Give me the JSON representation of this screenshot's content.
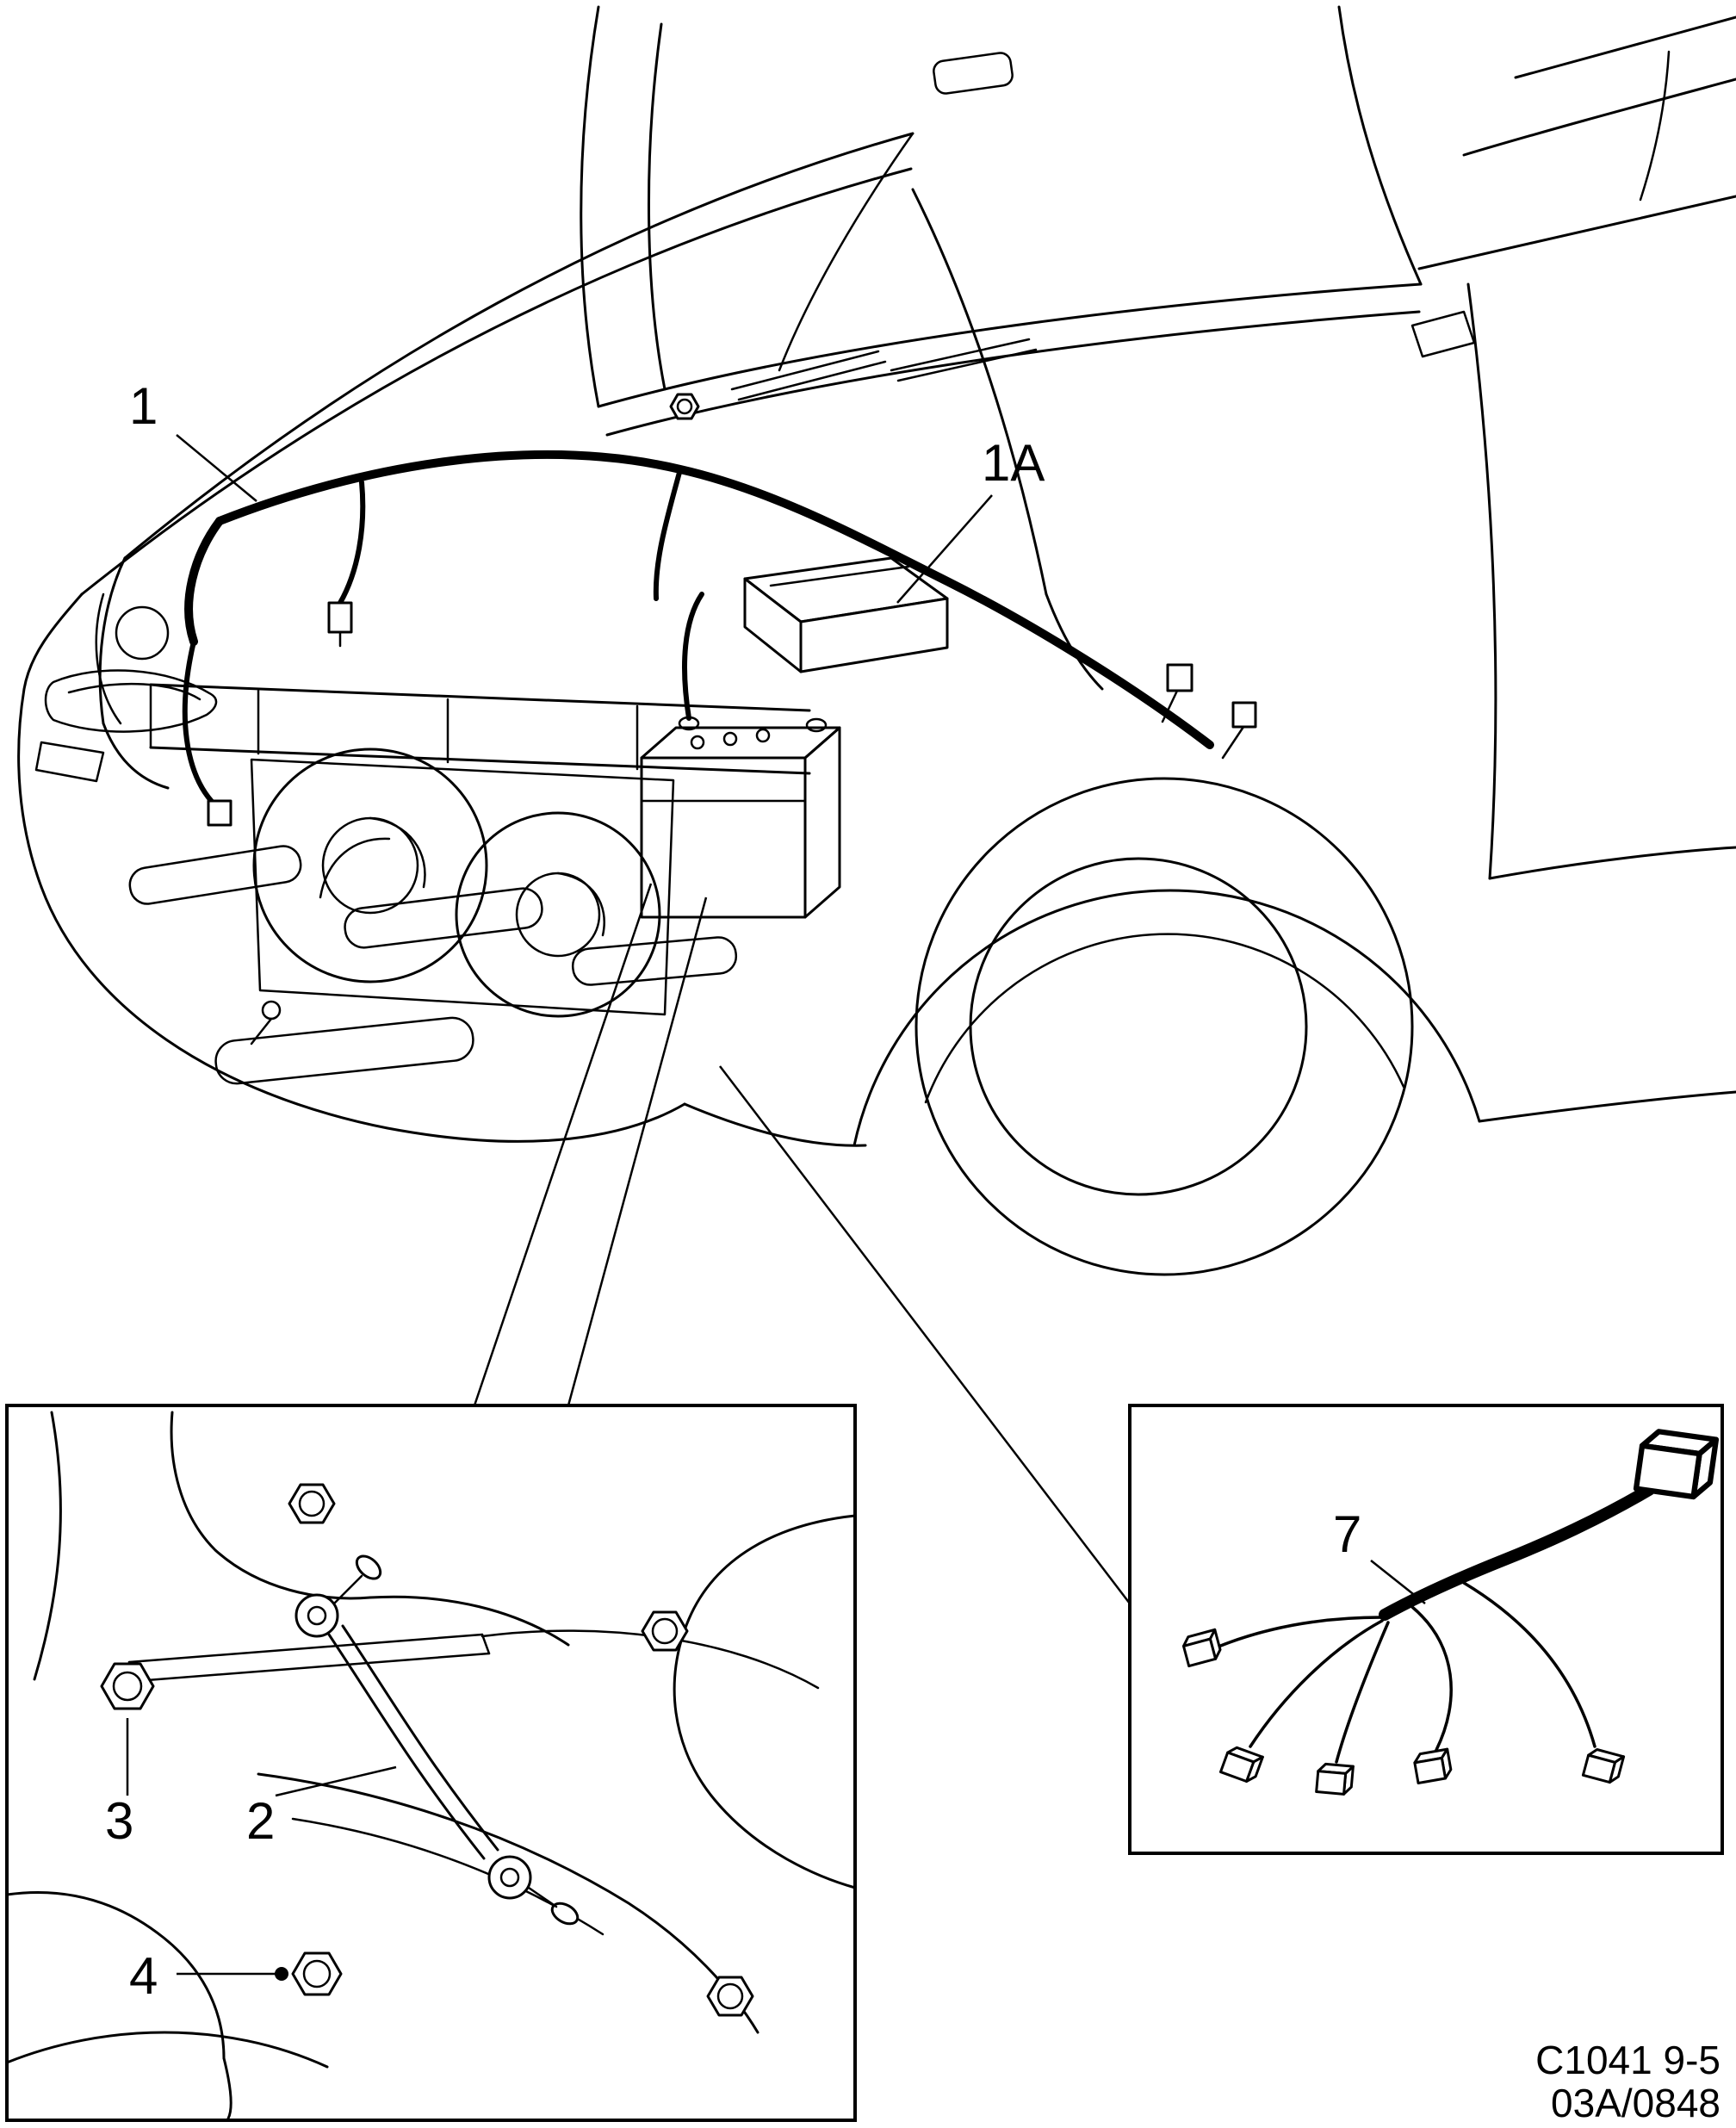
{
  "figure": {
    "callouts": {
      "c1": "1",
      "c1a": "1A",
      "c2": "2",
      "c3": "3",
      "c4": "4",
      "c7": "7"
    },
    "code": {
      "line1": "C1041 9-5",
      "line2": "03A/0848"
    },
    "colors": {
      "line": "#000000",
      "background": "#ffffff"
    }
  }
}
